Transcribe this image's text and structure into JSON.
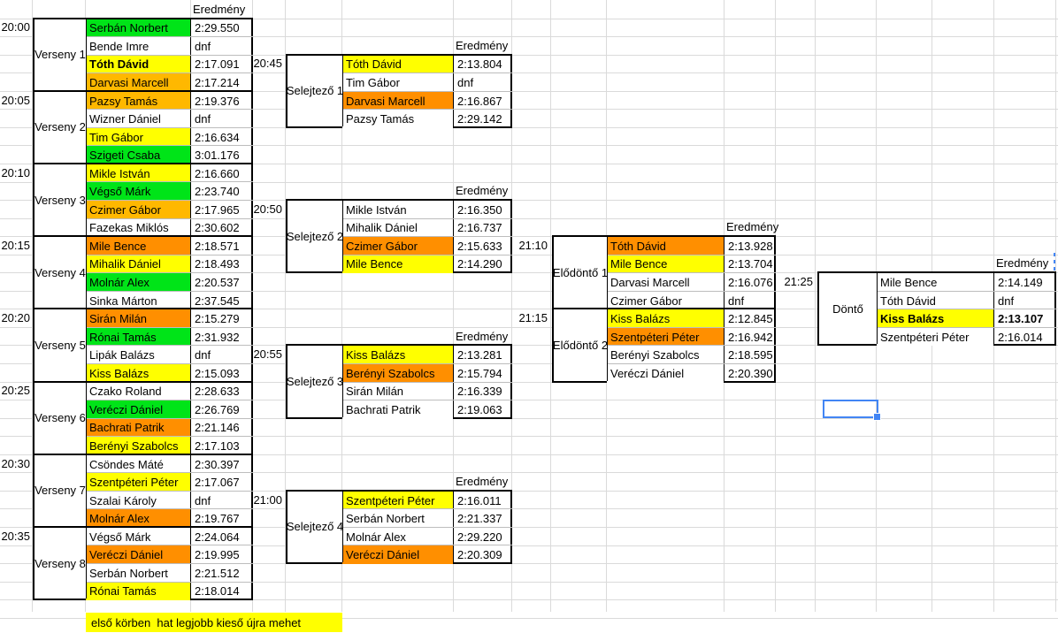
{
  "app": {
    "type": "spreadsheet-tournament-bracket"
  },
  "headers": {
    "result_column": "Eredmény"
  },
  "colors": {
    "green": "#00e418",
    "yellow": "#ffff00",
    "gold": "#ffb800",
    "orange": "#ff8f00",
    "white": "#ffffff",
    "gridline": "#dadada",
    "selection_blue": "#4285f4"
  },
  "stages": {
    "races": {
      "items": [
        {
          "time": "20:00",
          "label": "Verseny 1",
          "entries": [
            {
              "name": "Serbán Norbert",
              "result": "2:29.550",
              "fill": "green"
            },
            {
              "name": "Bende Imre",
              "result": "dnf",
              "fill": "white"
            },
            {
              "name": "Tóth Dávid",
              "result": "2:17.091",
              "fill": "yellow",
              "bold": true
            },
            {
              "name": "Darvasi Marcell",
              "result": "2:17.214",
              "fill": "gold"
            }
          ]
        },
        {
          "time": "20:05",
          "label": "Verseny 2",
          "entries": [
            {
              "name": "Pazsy Tamás",
              "result": "2:19.376",
              "fill": "gold"
            },
            {
              "name": "Wizner Dániel",
              "result": "dnf",
              "fill": "white"
            },
            {
              "name": "Tim Gábor",
              "result": "2:16.634",
              "fill": "yellow"
            },
            {
              "name": "Szigeti Csaba",
              "result": "3:01.176",
              "fill": "green"
            }
          ]
        },
        {
          "time": "20:10",
          "label": "Verseny 3",
          "entries": [
            {
              "name": "Mikle István",
              "result": "2:16.660",
              "fill": "yellow"
            },
            {
              "name": "Végső Márk",
              "result": "2:23.740",
              "fill": "green"
            },
            {
              "name": "Czimer Gábor",
              "result": "2:17.965",
              "fill": "gold"
            },
            {
              "name": "Fazekas Miklós",
              "result": "2:30.602",
              "fill": "white"
            }
          ]
        },
        {
          "time": "20:15",
          "label": "Verseny 4",
          "entries": [
            {
              "name": "Mile Bence",
              "result": "2:18.571",
              "fill": "orange"
            },
            {
              "name": "Mihalik Dániel",
              "result": "2:18.493",
              "fill": "yellow"
            },
            {
              "name": "Molnár Alex",
              "result": "2:20.537",
              "fill": "green"
            },
            {
              "name": "Sinka Márton",
              "result": "2:37.545",
              "fill": "white"
            }
          ]
        },
        {
          "time": "20:20",
          "label": "Verseny 5",
          "entries": [
            {
              "name": "Sirán Milán",
              "result": "2:15.279",
              "fill": "orange"
            },
            {
              "name": "Rónai Tamás",
              "result": "2:31.932",
              "fill": "green"
            },
            {
              "name": "Lipák Balázs",
              "result": "dnf",
              "fill": "white"
            },
            {
              "name": "Kiss Balázs",
              "result": "2:15.093",
              "fill": "yellow"
            }
          ]
        },
        {
          "time": "20:25",
          "label": "Verseny 6",
          "entries": [
            {
              "name": "Czako Roland",
              "result": "2:28.633",
              "fill": "white"
            },
            {
              "name": "Veréczi Dániel",
              "result": "2:26.769",
              "fill": "green"
            },
            {
              "name": "Bachrati Patrik",
              "result": "2:21.146",
              "fill": "orange"
            },
            {
              "name": "Berényi Szabolcs",
              "result": "2:17.103",
              "fill": "yellow"
            }
          ]
        },
        {
          "time": "20:30",
          "label": "Verseny 7",
          "entries": [
            {
              "name": "Csöndes Máté",
              "result": "2:30.397",
              "fill": "white"
            },
            {
              "name": "Szentpéteri Péter",
              "result": "2:17.067",
              "fill": "yellow"
            },
            {
              "name": "Szalai Károly",
              "result": "dnf",
              "fill": "white"
            },
            {
              "name": "Molnár Alex",
              "result": "2:19.767",
              "fill": "orange"
            }
          ]
        },
        {
          "time": "20:35",
          "label": "Verseny 8",
          "entries": [
            {
              "name": "Végső Márk",
              "result": "2:24.064",
              "fill": "white"
            },
            {
              "name": "Veréczi Dániel",
              "result": "2:19.995",
              "fill": "orange"
            },
            {
              "name": "Serbán Norbert",
              "result": "2:21.512",
              "fill": "white"
            },
            {
              "name": "Rónai Tamás",
              "result": "2:18.014",
              "fill": "yellow"
            }
          ]
        }
      ]
    },
    "qualifiers": {
      "items": [
        {
          "time": "20:45",
          "label": "Selejtező 1",
          "entries": [
            {
              "name": "Tóth Dávid",
              "result": "2:13.804",
              "fill": "yellow"
            },
            {
              "name": "Tim Gábor",
              "result": "dnf",
              "fill": "white"
            },
            {
              "name": "Darvasi Marcell",
              "result": "2:16.867",
              "fill": "orange"
            },
            {
              "name": "Pazsy Tamás",
              "result": "2:29.142",
              "fill": "white"
            }
          ]
        },
        {
          "time": "20:50",
          "label": "Selejtező 2",
          "entries": [
            {
              "name": "Mikle István",
              "result": "2:16.350",
              "fill": "white"
            },
            {
              "name": "Mihalik Dániel",
              "result": "2:16.737",
              "fill": "white"
            },
            {
              "name": "Czimer Gábor",
              "result": "2:15.633",
              "fill": "orange"
            },
            {
              "name": "Mile Bence",
              "result": "2:14.290",
              "fill": "yellow"
            }
          ]
        },
        {
          "time": "20:55",
          "label": "Selejtező 3",
          "entries": [
            {
              "name": "Kiss Balázs",
              "result": "2:13.281",
              "fill": "yellow"
            },
            {
              "name": "Berényi Szabolcs",
              "result": "2:15.794",
              "fill": "orange"
            },
            {
              "name": "Sirán Milán",
              "result": "2:16.339",
              "fill": "white"
            },
            {
              "name": "Bachrati Patrik",
              "result": "2:19.063",
              "fill": "white"
            }
          ]
        },
        {
          "time": "21:00",
          "label": "Selejtező 4",
          "entries": [
            {
              "name": "Szentpéteri Péter",
              "result": "2:16.011",
              "fill": "yellow"
            },
            {
              "name": "Serbán Norbert",
              "result": "2:21.337",
              "fill": "white"
            },
            {
              "name": "Molnár Alex",
              "result": "2:29.220",
              "fill": "white"
            },
            {
              "name": "Veréczi Dániel",
              "result": "2:20.309",
              "fill": "orange"
            }
          ]
        }
      ]
    },
    "semifinals": {
      "items": [
        {
          "time": "21:10",
          "label": "Elődöntő 1",
          "entries": [
            {
              "name": "Tóth Dávid",
              "result": "2:13.928",
              "fill": "orange"
            },
            {
              "name": "Mile Bence",
              "result": "2:13.704",
              "fill": "yellow"
            },
            {
              "name": "Darvasi Marcell",
              "result": "2:16.076",
              "fill": "white"
            },
            {
              "name": "Czimer Gábor",
              "result": "dnf",
              "fill": "white"
            }
          ]
        },
        {
          "time": "21:15",
          "label": "Elődöntő 2",
          "entries": [
            {
              "name": "Kiss Balázs",
              "result": "2:12.845",
              "fill": "yellow"
            },
            {
              "name": "Szentpéteri Péter",
              "result": "2:16.942",
              "fill": "orange"
            },
            {
              "name": "Berényi Szabolcs",
              "result": "2:18.595",
              "fill": "white"
            },
            {
              "name": "Veréczi Dániel",
              "result": "2:20.390",
              "fill": "white"
            }
          ]
        }
      ]
    },
    "final": {
      "items": [
        {
          "time": "21:25",
          "label": "Döntő",
          "entries": [
            {
              "name": "Mile Bence",
              "result": "2:14.149",
              "fill": "white"
            },
            {
              "name": "Tóth Dávid",
              "result": "dnf",
              "fill": "white"
            },
            {
              "name": "Kiss Balázs",
              "result": "2:13.107",
              "fill": "yellow",
              "bold": true,
              "result_bold": true
            },
            {
              "name": "Szentpéteri Péter",
              "result": "2:16.014",
              "fill": "white"
            }
          ]
        }
      ]
    }
  },
  "note": {
    "text": "első körben  hat legjobb kieső újra mehet"
  }
}
